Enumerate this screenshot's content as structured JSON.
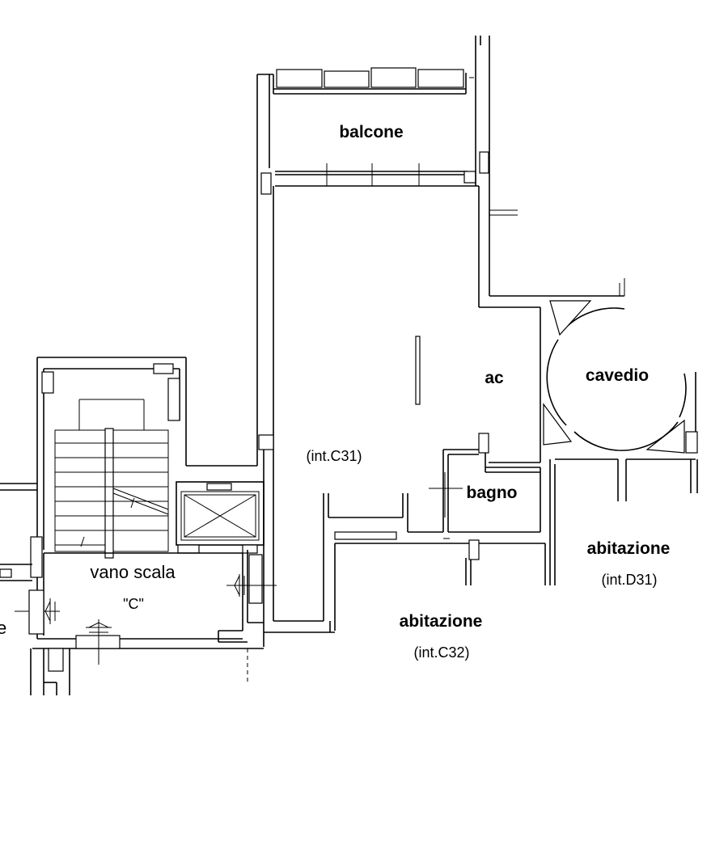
{
  "plan": {
    "rooms": {
      "balcone": "balcone",
      "ac": "ac",
      "cavedio": "cavedio",
      "unit_c31": "(int.C31)",
      "bagno": "bagno",
      "abitazione_d31": "abitazione",
      "unit_d31": "(int.D31)",
      "vano_scala": "vano scala",
      "scala_letter": "\"C\"",
      "abitazione_c32": "abitazione",
      "unit_c32": "(int.C32)",
      "edge_fragment": "e"
    }
  }
}
